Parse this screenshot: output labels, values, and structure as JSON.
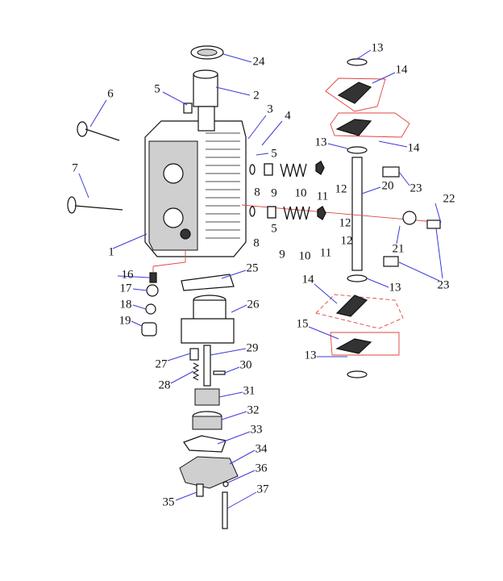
{
  "diagram": {
    "type": "exploded-parts-diagram",
    "colors": {
      "leader": "#3b3bd6",
      "assembly_outline": "#e0443c",
      "parts": "#111111"
    },
    "callouts": [
      "13",
      "24",
      "14",
      "6",
      "5",
      "2",
      "3",
      "4",
      "13",
      "14",
      "5",
      "7",
      "20",
      "23",
      "9",
      "10",
      "11",
      "12",
      "8",
      "22",
      "8",
      "5",
      "12",
      "21",
      "1",
      "9",
      "10",
      "11",
      "23",
      "25",
      "13",
      "16",
      "17",
      "18",
      "19",
      "14",
      "26",
      "15",
      "27",
      "29",
      "28",
      "30",
      "13",
      "31",
      "32",
      "33",
      "34",
      "36",
      "35",
      "37",
      "12"
    ]
  }
}
